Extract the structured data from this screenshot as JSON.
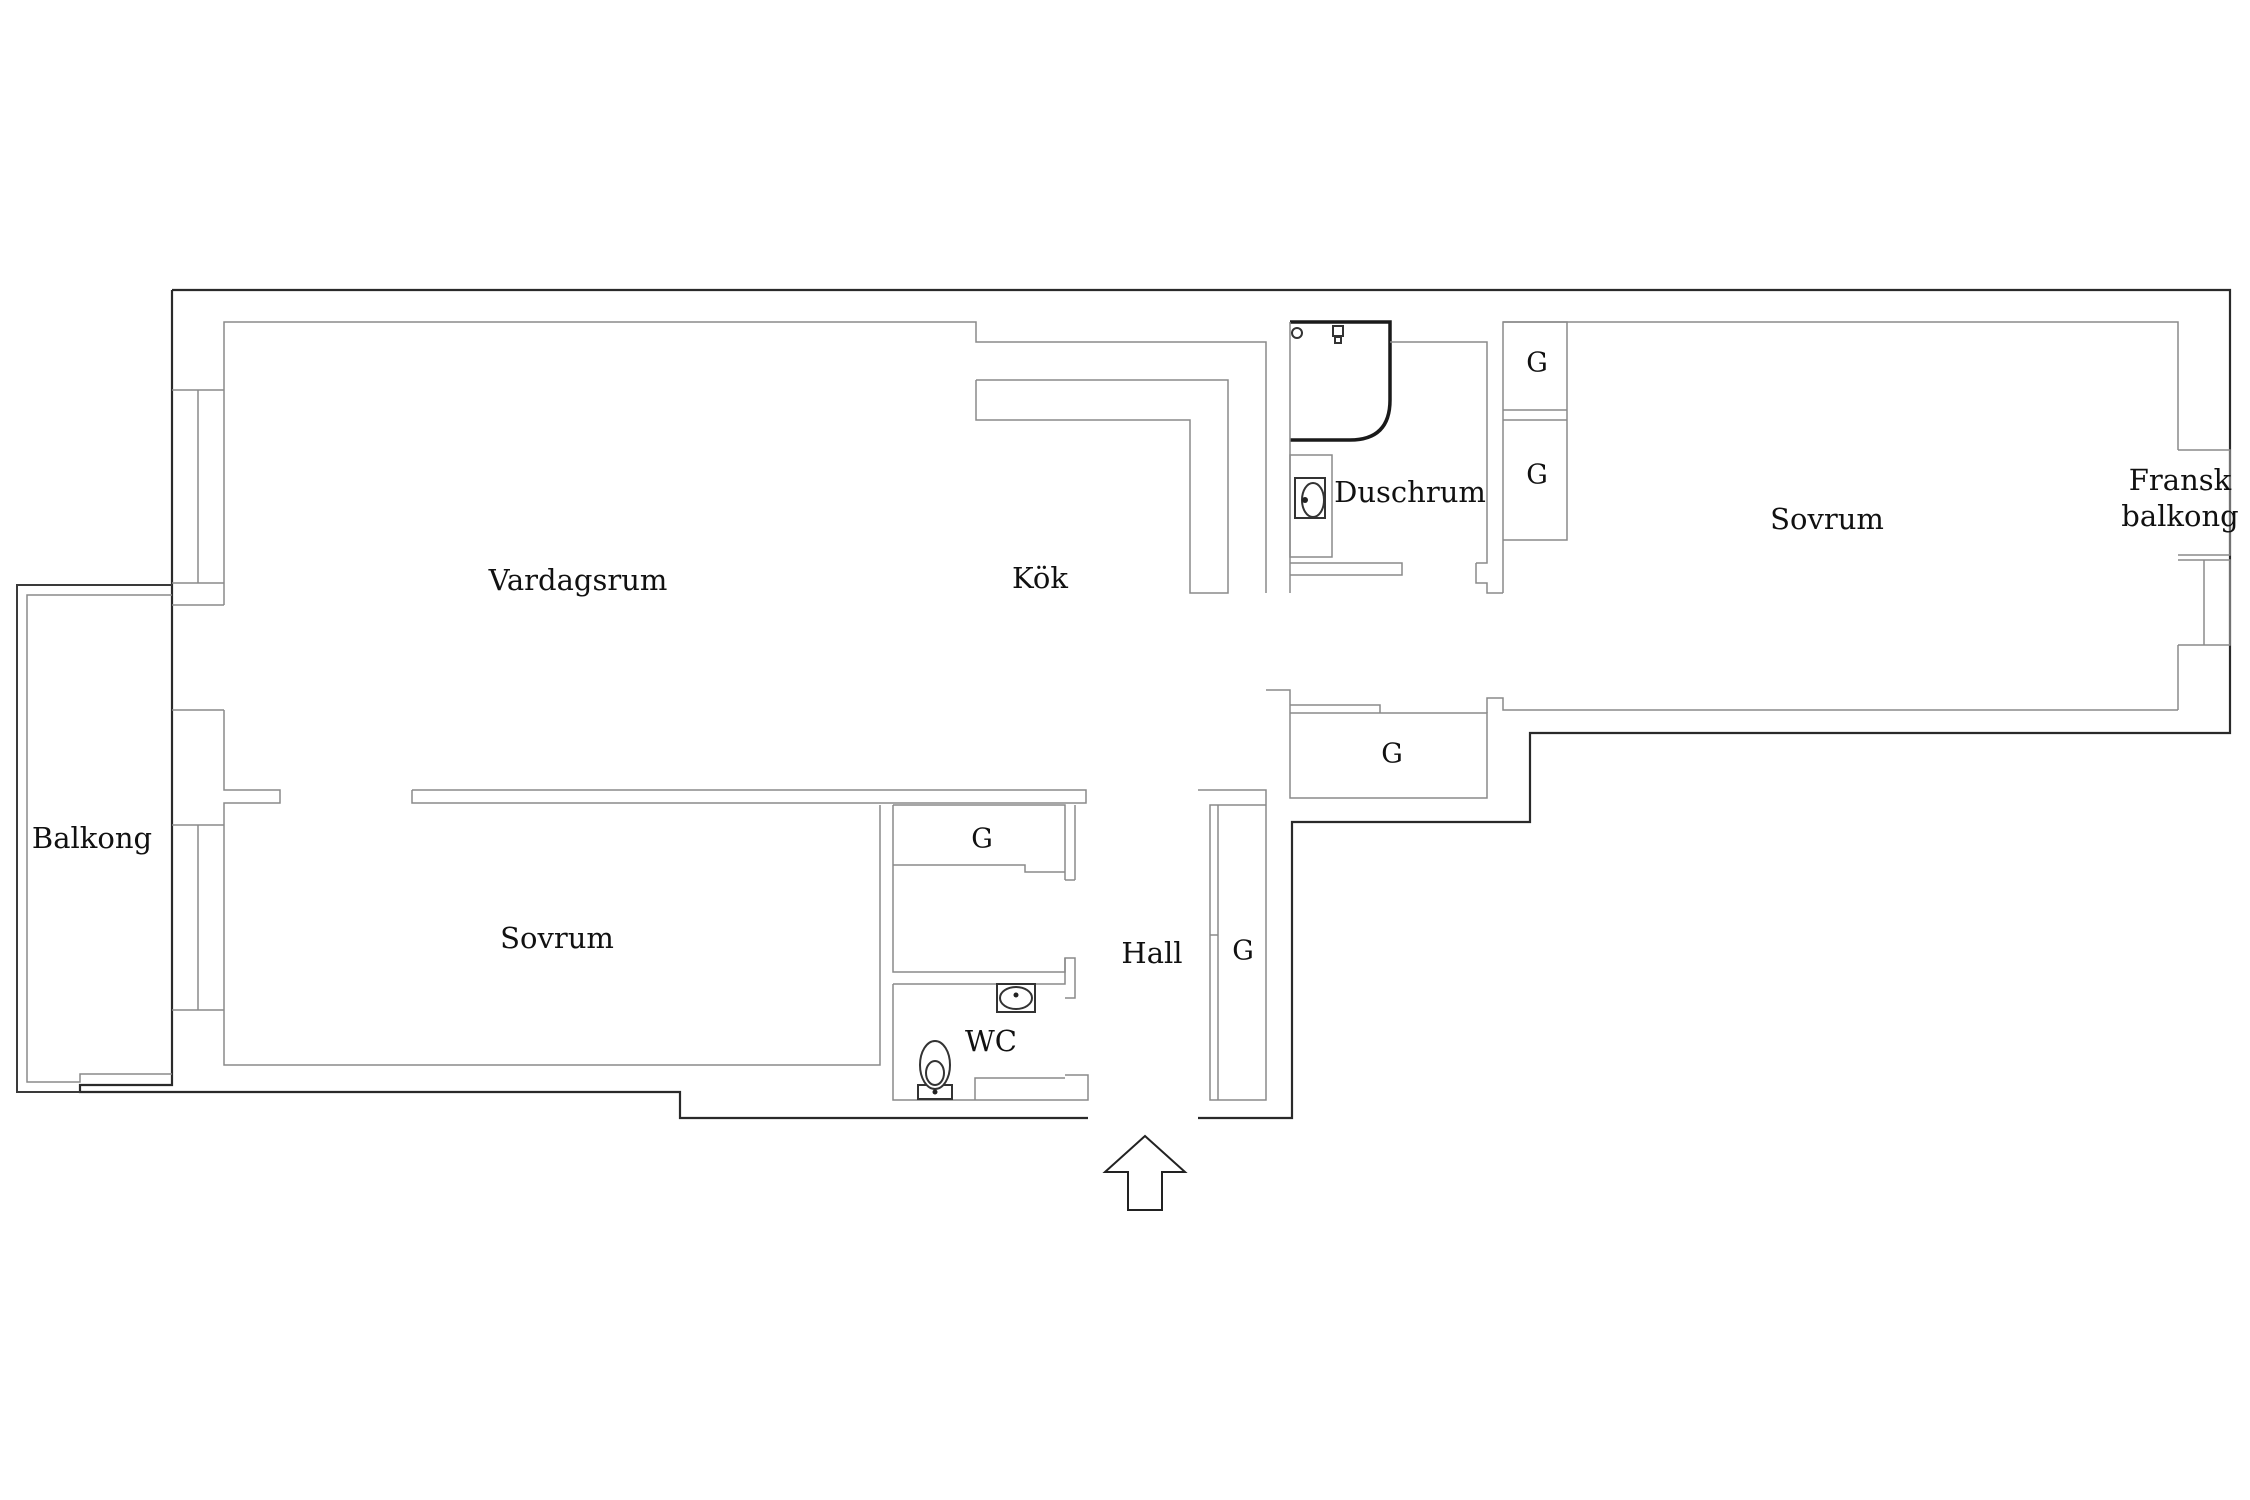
{
  "rooms": {
    "vardagsrum": "Vardagsrum",
    "kok": "Kök",
    "duschrum": "Duschrum",
    "sovrum_right": "Sovrum",
    "fransk_balkong_line1": "Fransk",
    "fransk_balkong_line2": "balkong",
    "balkong": "Balkong",
    "sovrum_left": "Sovrum",
    "hall": "Hall",
    "wc": "WC"
  },
  "closets": {
    "g_top_1": "G",
    "g_top_2": "G",
    "g_middle": "G",
    "g_left": "G",
    "g_hall": "G"
  }
}
